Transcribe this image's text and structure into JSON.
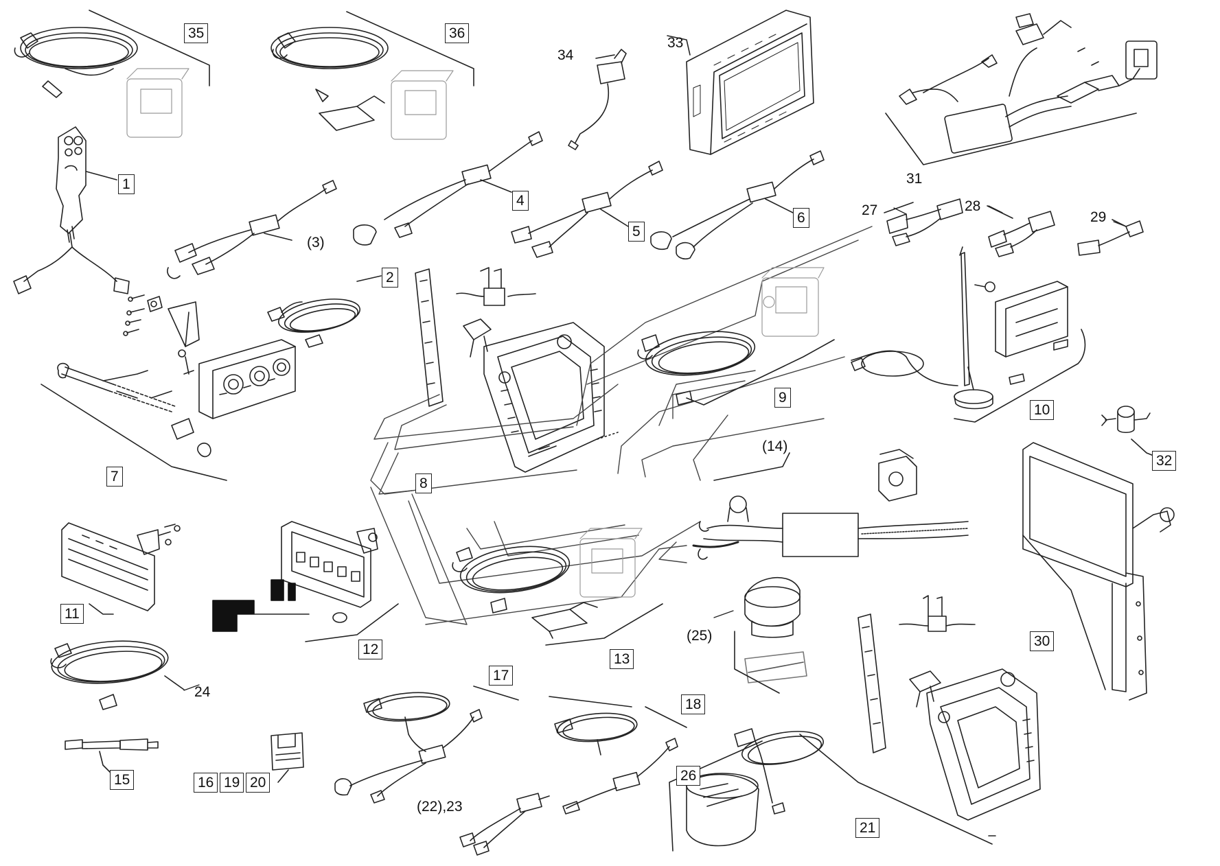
{
  "diagram": {
    "kind": "exploded parts diagram",
    "callouts": [
      {
        "id": "c35",
        "text": "35",
        "boxed": true
      },
      {
        "id": "c36",
        "text": "36",
        "boxed": true
      },
      {
        "id": "c34",
        "text": "34",
        "boxed": false
      },
      {
        "id": "c33",
        "text": "33",
        "boxed": false
      },
      {
        "id": "c31",
        "text": "31",
        "boxed": false
      },
      {
        "id": "c1",
        "text": "1",
        "boxed": true
      },
      {
        "id": "c4",
        "text": "4",
        "boxed": true
      },
      {
        "id": "c5",
        "text": "5",
        "boxed": true
      },
      {
        "id": "c6",
        "text": "6",
        "boxed": true
      },
      {
        "id": "c27",
        "text": "27",
        "boxed": false
      },
      {
        "id": "c28",
        "text": "28",
        "boxed": false
      },
      {
        "id": "c29",
        "text": "29",
        "boxed": false
      },
      {
        "id": "c3",
        "text": "(3)",
        "boxed": false
      },
      {
        "id": "c2",
        "text": "2",
        "boxed": true
      },
      {
        "id": "c9",
        "text": "9",
        "boxed": true
      },
      {
        "id": "c10",
        "text": "10",
        "boxed": true
      },
      {
        "id": "c32",
        "text": "32",
        "boxed": true
      },
      {
        "id": "c7",
        "text": "7",
        "boxed": true
      },
      {
        "id": "c8",
        "text": "8",
        "boxed": true
      },
      {
        "id": "c14",
        "text": "(14)",
        "boxed": false
      },
      {
        "id": "c11",
        "text": "11",
        "boxed": true
      },
      {
        "id": "c12",
        "text": "12",
        "boxed": true
      },
      {
        "id": "c13",
        "text": "13",
        "boxed": true
      },
      {
        "id": "c25",
        "text": "(25)",
        "boxed": false
      },
      {
        "id": "c30",
        "text": "30",
        "boxed": true
      },
      {
        "id": "c24",
        "text": "24",
        "boxed": false
      },
      {
        "id": "c17",
        "text": "17",
        "boxed": true
      },
      {
        "id": "c18",
        "text": "18",
        "boxed": true
      },
      {
        "id": "c15",
        "text": "15",
        "boxed": true
      },
      {
        "id": "c16",
        "text": "16",
        "boxed": true
      },
      {
        "id": "c19",
        "text": "19",
        "boxed": true
      },
      {
        "id": "c20",
        "text": "20",
        "boxed": true
      },
      {
        "id": "c26",
        "text": "26",
        "boxed": true
      },
      {
        "id": "c22_23",
        "text": "(22),23",
        "boxed": false
      },
      {
        "id": "c21",
        "text": "21",
        "boxed": true
      }
    ]
  },
  "colors": {
    "line": "#222222",
    "light": "#9a9a9a",
    "fill": "#ffffff",
    "dark": "#111111"
  }
}
